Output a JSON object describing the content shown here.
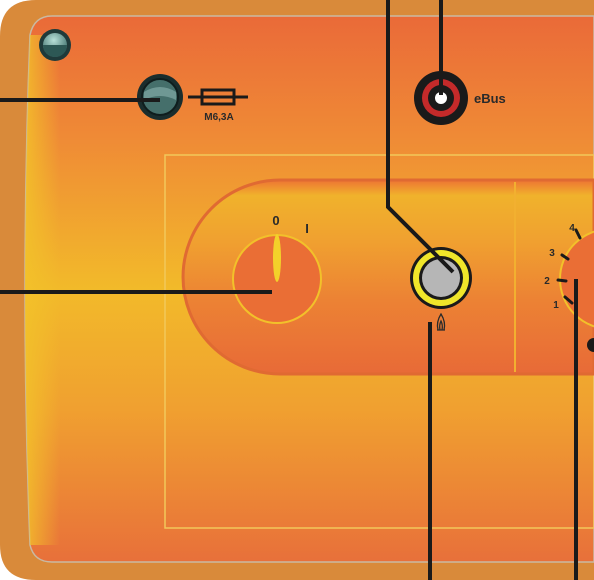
{
  "fuse": {
    "rating": "M6,3A"
  },
  "ebus": {
    "label": "eBus"
  },
  "main_switch": {
    "off_label": "0",
    "on_label": "I"
  },
  "temperature_dial": {
    "marks": [
      "1",
      "2",
      "3",
      "4"
    ]
  },
  "colors": {
    "frame": "#d98a3a",
    "panel_warm": "#ea6e35",
    "panel_yellow": "#f2c12a",
    "callout_line": "#1a1a1a",
    "fault_ring": "#f0e62a"
  },
  "icons": [
    "indicator-lamp-icon",
    "fuse-holder-icon",
    "fuse-symbol-icon",
    "ebus-socket-icon",
    "flame-symbol-icon"
  ]
}
